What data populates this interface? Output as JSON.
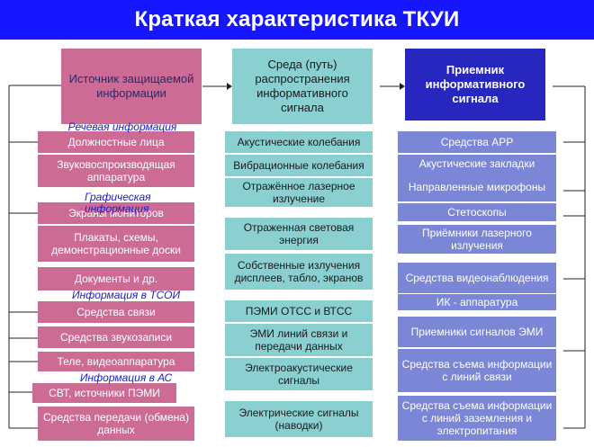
{
  "title": "Краткая характеристика ТКУИ",
  "headers": {
    "source": "Источник защищаемой информации",
    "medium": "Среда (путь) распространения информативного сигнала",
    "receiver": "Приемник информативного сигнала"
  },
  "categories": {
    "speech": "Речевая информация",
    "graphic": "Графическая информация",
    "tsoi": "Информация в ТСОИ",
    "as": "Информация в АС"
  },
  "sources": [
    "Должностные лица",
    "Звуковоспроизводящая аппаратура",
    "Экраны мониторов",
    "Плакаты, схемы, демонстрационные доски",
    "Документы и др.",
    "Средства связи",
    "Средства звукозаписи",
    "Теле, видеоаппаратура",
    "СВТ, источники ПЭМИ",
    "Средства передачи (обмена) данных"
  ],
  "media": [
    "Акустические колебания",
    "Вибрационные колебания",
    "Отражённое лазерное излучение",
    "Отраженная световая энергия",
    "Собственные излучения дисплеев, табло, экранов",
    "ПЭМИ ОТСС и ВТСС",
    "ЭМИ линий связи и передачи данных",
    "Электроакустические сигналы",
    "Электрические сигналы (наводки)"
  ],
  "receivers": [
    "Средства АРР",
    "Акустические закладки",
    "Направленные микрофоны",
    "Стетоскопы",
    "Приёмники лазерного излучения",
    "Средства видеонаблюдения",
    "ИК - аппаратура",
    "Приемники сигналов ЭМИ",
    "Средства съема информации с линий связи",
    "Средства съема информации с линий заземления и электропитания"
  ]
}
